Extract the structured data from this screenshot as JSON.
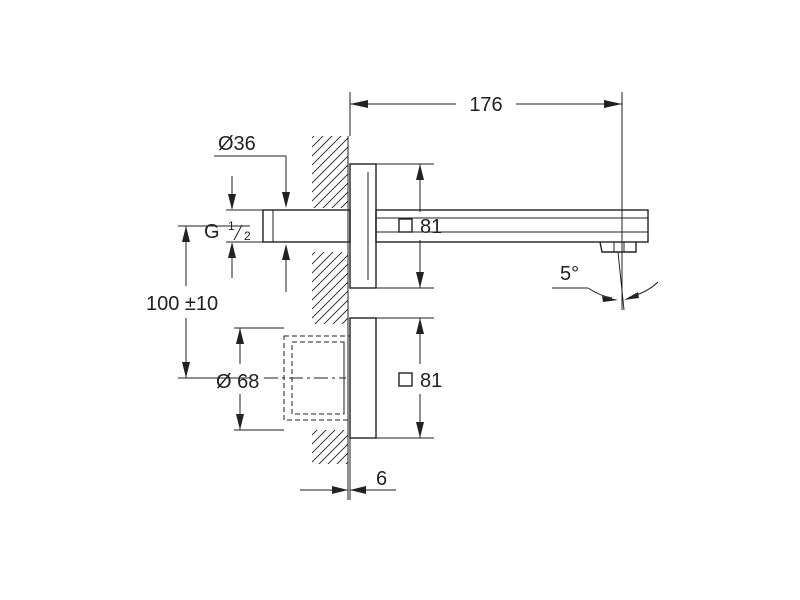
{
  "dimensions": {
    "width_176": "176",
    "dia_36": "Ø36",
    "thread_g": "G",
    "thread_num": "1",
    "thread_den": "2",
    "height_100": "100 ±10",
    "dia_68": "Ø 68",
    "square_81_top": "81",
    "square_81_bottom": "81",
    "angle_5": "5°",
    "depth_6": "6"
  }
}
